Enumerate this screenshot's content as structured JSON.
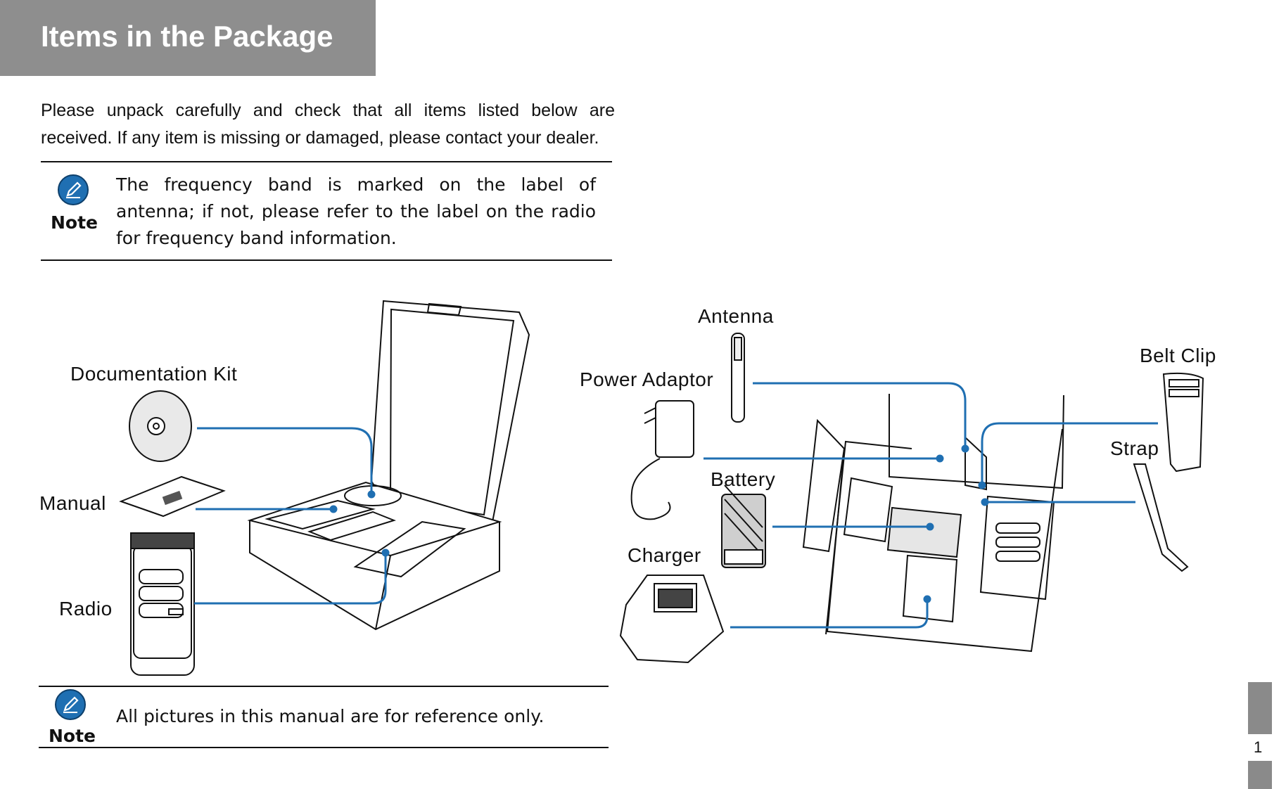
{
  "header": {
    "title": "Items in the Package"
  },
  "intro": "Please unpack carefully and check that all items listed below are received. If any item is missing or damaged, please contact your dealer.",
  "note_top": {
    "label": "Note",
    "text": "The frequency band is marked on the label of antenna; if not, please refer to the label on the radio for frequency band information."
  },
  "figure_left": {
    "labels": {
      "documentation_kit": "Documentation Kit",
      "manual": "Manual",
      "radio": "Radio"
    }
  },
  "figure_right": {
    "labels": {
      "antenna": "Antenna",
      "power_adaptor": "Power Adaptor",
      "battery": "Battery",
      "charger": "Charger",
      "belt_clip": "Belt Clip",
      "strap": "Strap"
    }
  },
  "note_bottom": {
    "label": "Note",
    "text": "All pictures in this manual are for reference only."
  },
  "page_number": "1",
  "colors": {
    "header_bg": "#8e8e8e",
    "leader_line": "#1f6fb2",
    "note_icon": "#1f6fb2"
  },
  "icons": {
    "note": "pencil-note-icon"
  }
}
